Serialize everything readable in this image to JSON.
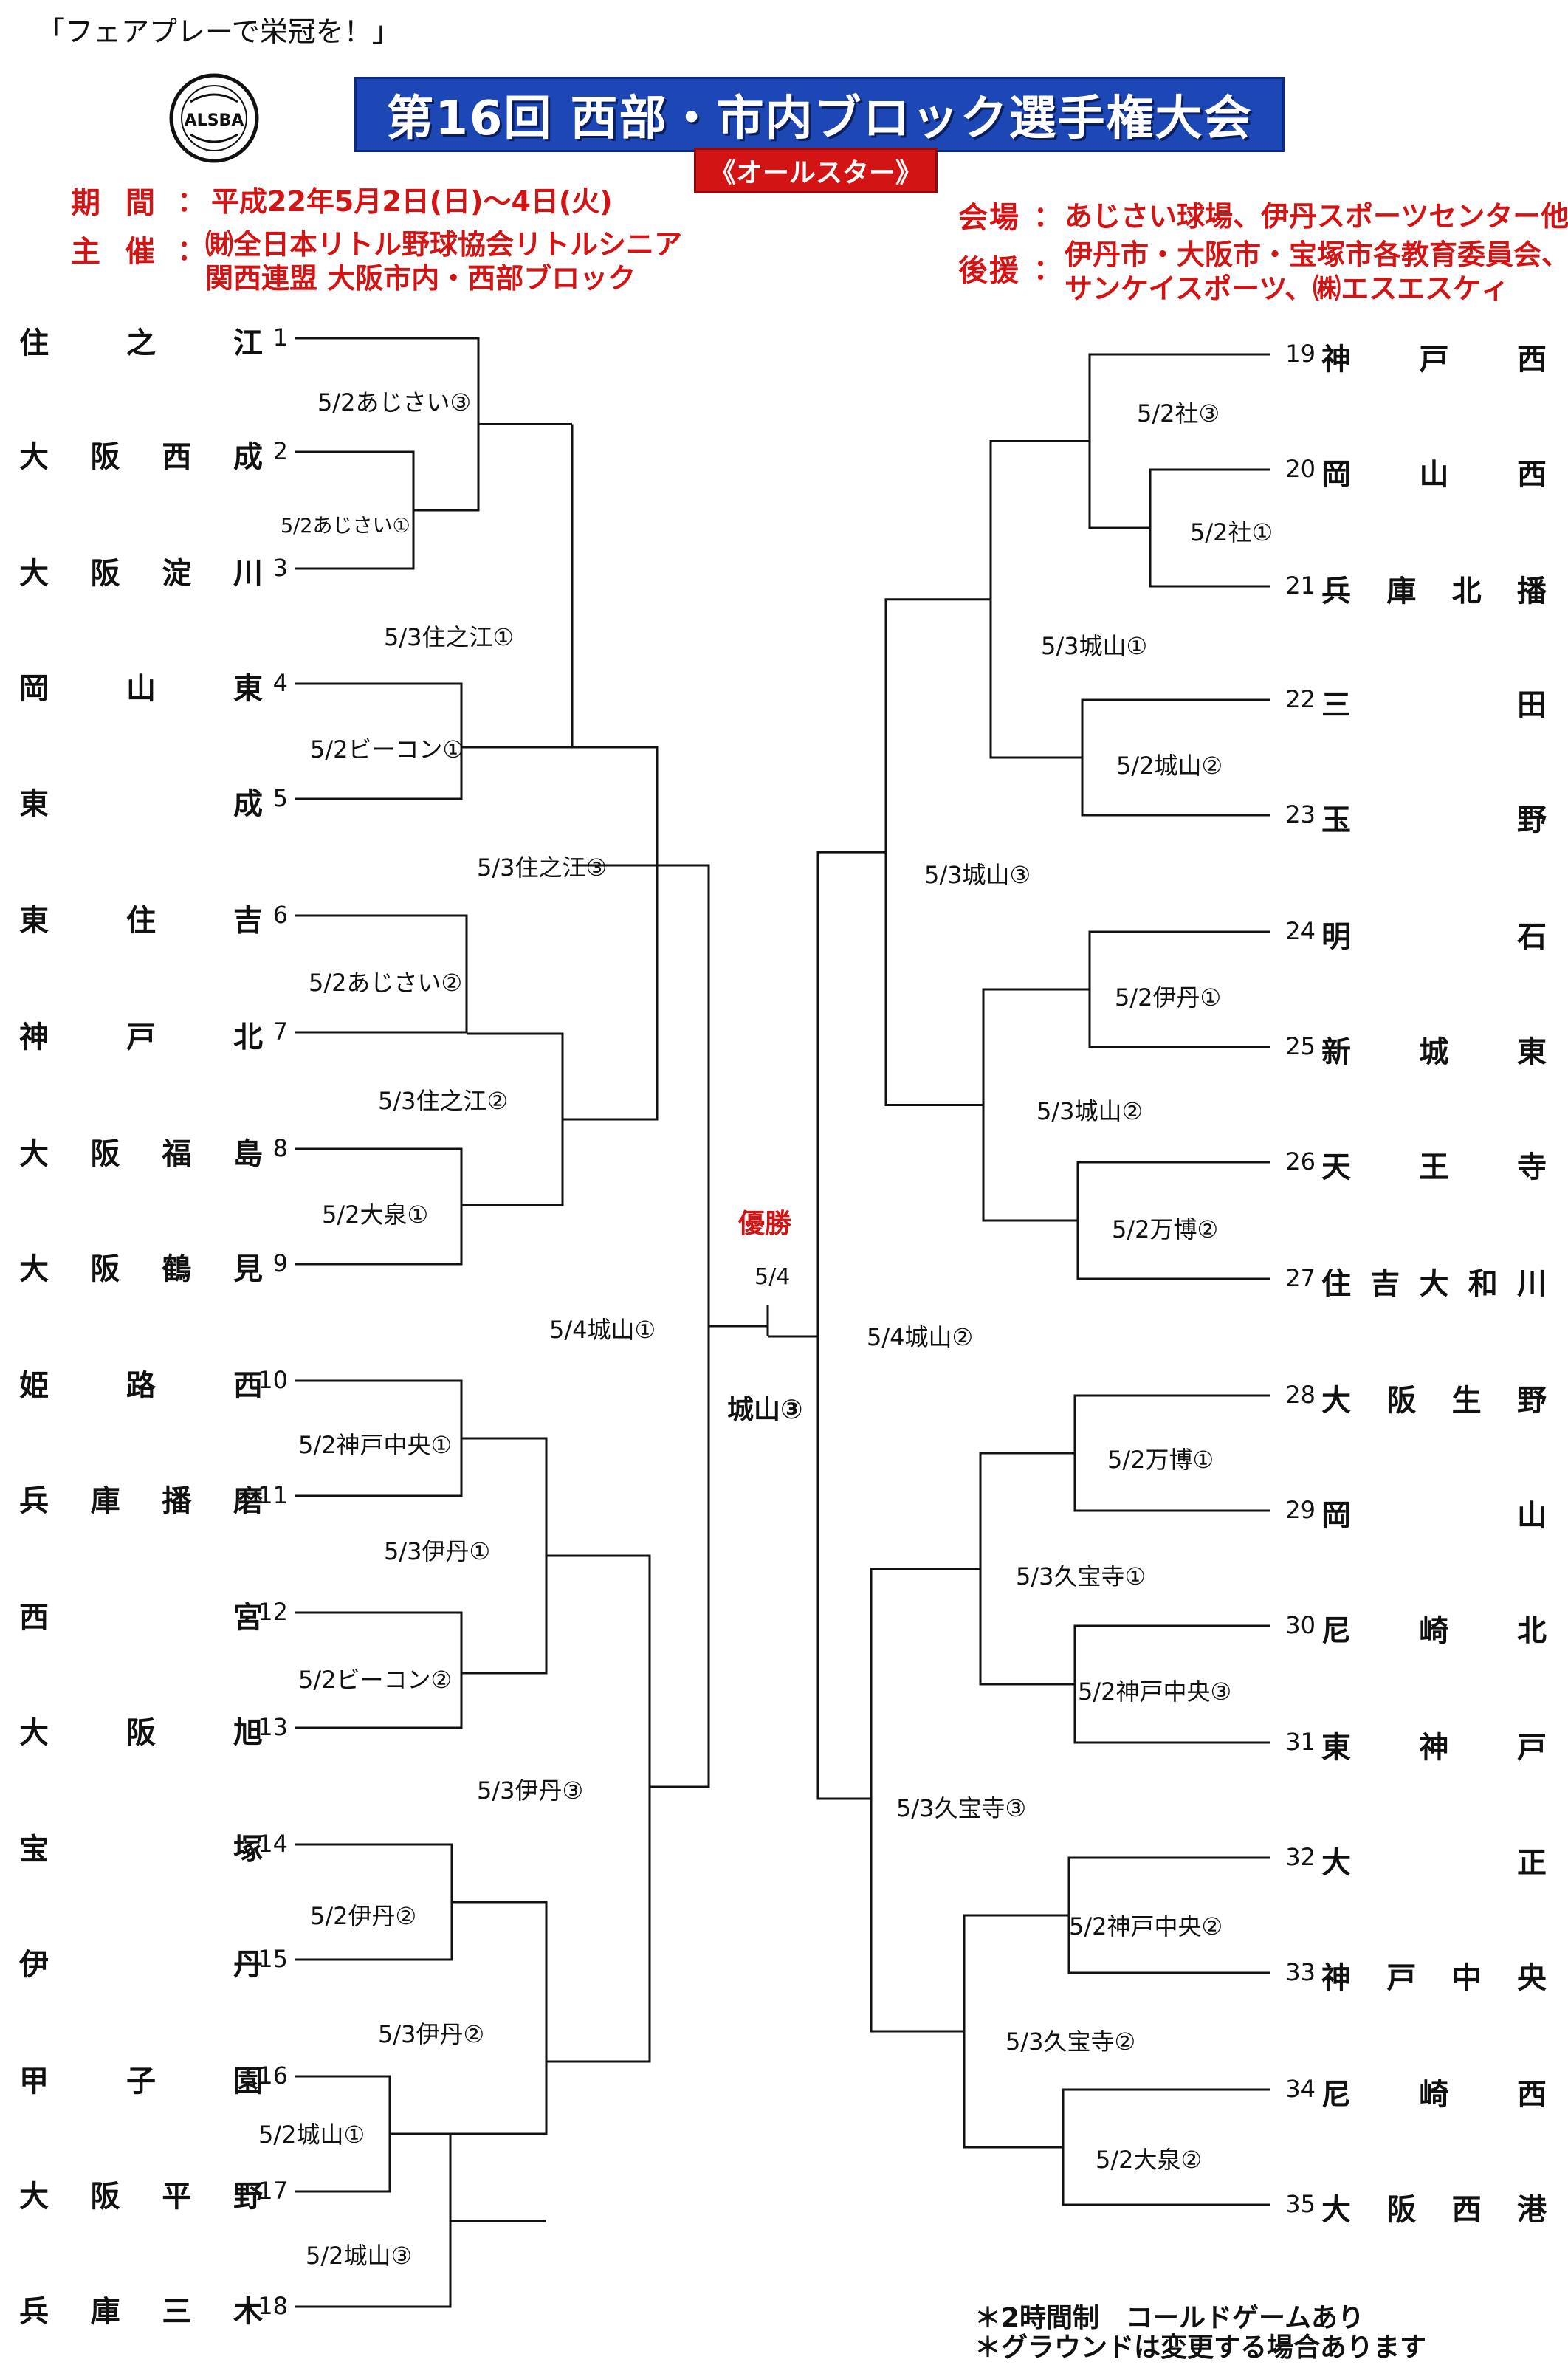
{
  "header": {
    "slogan": "「フェアプレーで栄冠を！」",
    "logo_text": "ALSBA",
    "title": "第16回 西部・市内ブロック選手権大会",
    "subtitle": "《オールスター》"
  },
  "info": {
    "period_label": "期 間",
    "period_value": "平成22年5月2日(日)～4日(火)",
    "host_label": "主 催",
    "host_value_1": "㈶全日本リトル野球協会リトルシニア",
    "host_value_2": "関西連盟 大阪市内・西部ブロック",
    "venue_label": "会場",
    "venue_value": "あじさい球場、伊丹スポーツセンター他",
    "support_label": "後援",
    "support_value_1": "伊丹市・大阪市・宝塚市各教育委員会、",
    "support_value_2": "サンケイスポーツ、㈱エスエスケィ",
    "colon": "："
  },
  "left_teams": [
    {
      "no": "1",
      "chars": [
        "住",
        "之",
        "江"
      ]
    },
    {
      "no": "2",
      "chars": [
        "大",
        "阪",
        "西",
        "成"
      ]
    },
    {
      "no": "3",
      "chars": [
        "大",
        "阪",
        "淀",
        "川"
      ]
    },
    {
      "no": "4",
      "chars": [
        "岡",
        "山",
        "東"
      ]
    },
    {
      "no": "5",
      "chars": [
        "東",
        "成"
      ]
    },
    {
      "no": "6",
      "chars": [
        "東",
        "住",
        "吉"
      ]
    },
    {
      "no": "7",
      "chars": [
        "神",
        "戸",
        "北"
      ]
    },
    {
      "no": "8",
      "chars": [
        "大",
        "阪",
        "福",
        "島"
      ]
    },
    {
      "no": "9",
      "chars": [
        "大",
        "阪",
        "鶴",
        "見"
      ]
    },
    {
      "no": "10",
      "chars": [
        "姫",
        "路",
        "西"
      ]
    },
    {
      "no": "11",
      "chars": [
        "兵",
        "庫",
        "播",
        "磨"
      ]
    },
    {
      "no": "12",
      "chars": [
        "西",
        "宮"
      ]
    },
    {
      "no": "13",
      "chars": [
        "大",
        "阪",
        "旭"
      ]
    },
    {
      "no": "14",
      "chars": [
        "宝",
        "塚"
      ]
    },
    {
      "no": "15",
      "chars": [
        "伊",
        "丹"
      ]
    },
    {
      "no": "16",
      "chars": [
        "甲",
        "子",
        "園"
      ]
    },
    {
      "no": "17",
      "chars": [
        "大",
        "阪",
        "平",
        "野"
      ]
    },
    {
      "no": "18",
      "chars": [
        "兵",
        "庫",
        "三",
        "木"
      ]
    }
  ],
  "right_teams": [
    {
      "no": "19",
      "chars": [
        "神",
        "戸",
        "西"
      ]
    },
    {
      "no": "20",
      "chars": [
        "岡",
        "山",
        "西"
      ]
    },
    {
      "no": "21",
      "chars": [
        "兵",
        "庫",
        "北",
        "播"
      ]
    },
    {
      "no": "22",
      "chars": [
        "三",
        "田"
      ]
    },
    {
      "no": "23",
      "chars": [
        "玉",
        "野"
      ]
    },
    {
      "no": "24",
      "chars": [
        "明",
        "石"
      ]
    },
    {
      "no": "25",
      "chars": [
        "新",
        "城",
        "東"
      ]
    },
    {
      "no": "26",
      "chars": [
        "天",
        "王",
        "寺"
      ]
    },
    {
      "no": "27",
      "chars": [
        "住",
        "吉",
        "大",
        "和",
        "川"
      ]
    },
    {
      "no": "28",
      "chars": [
        "大",
        "阪",
        "生",
        "野"
      ]
    },
    {
      "no": "29",
      "chars": [
        "岡",
        "山"
      ]
    },
    {
      "no": "30",
      "chars": [
        "尼",
        "崎",
        "北"
      ]
    },
    {
      "no": "31",
      "chars": [
        "東",
        "神",
        "戸"
      ]
    },
    {
      "no": "32",
      "chars": [
        "大",
        "正"
      ]
    },
    {
      "no": "33",
      "chars": [
        "神",
        "戸",
        "中",
        "央"
      ]
    },
    {
      "no": "34",
      "chars": [
        "尼",
        "崎",
        "西"
      ]
    },
    {
      "no": "35",
      "chars": [
        "大",
        "阪",
        "西",
        "港"
      ]
    }
  ],
  "matches_left": [
    "5/2あじさい①",
    "5/2あじさい③",
    "5/2ビーコン①",
    "5/3住之江①",
    "5/2あじさい②",
    "5/2大泉①",
    "5/3住之江②",
    "5/3住之江③",
    "5/2神戸中央①",
    "5/2ビーコン②",
    "5/3伊丹①",
    "5/2伊丹②",
    "5/2城山①",
    "5/2城山③",
    "5/3伊丹②",
    "5/3伊丹③",
    "5/4城山①"
  ],
  "matches_right": [
    "5/2社①",
    "5/2社③",
    "5/2城山②",
    "5/3城山①",
    "5/2伊丹①",
    "5/2万博②",
    "5/3城山②",
    "5/3城山③",
    "5/2万博①",
    "5/2神戸中央③",
    "5/3久宝寺①",
    "5/2神戸中央②",
    "5/2大泉②",
    "5/3久宝寺②",
    "5/3久宝寺③",
    "5/4城山②"
  ],
  "final": {
    "champion_label": "優勝",
    "date": "5/4",
    "venue": "城山③"
  },
  "notes": [
    "＊2時間制　コールドゲームあり",
    "＊グラウンドは変更する場合あります"
  ],
  "colors": {
    "title_blue": "#1d47b4",
    "accent_red": "#d21414"
  }
}
